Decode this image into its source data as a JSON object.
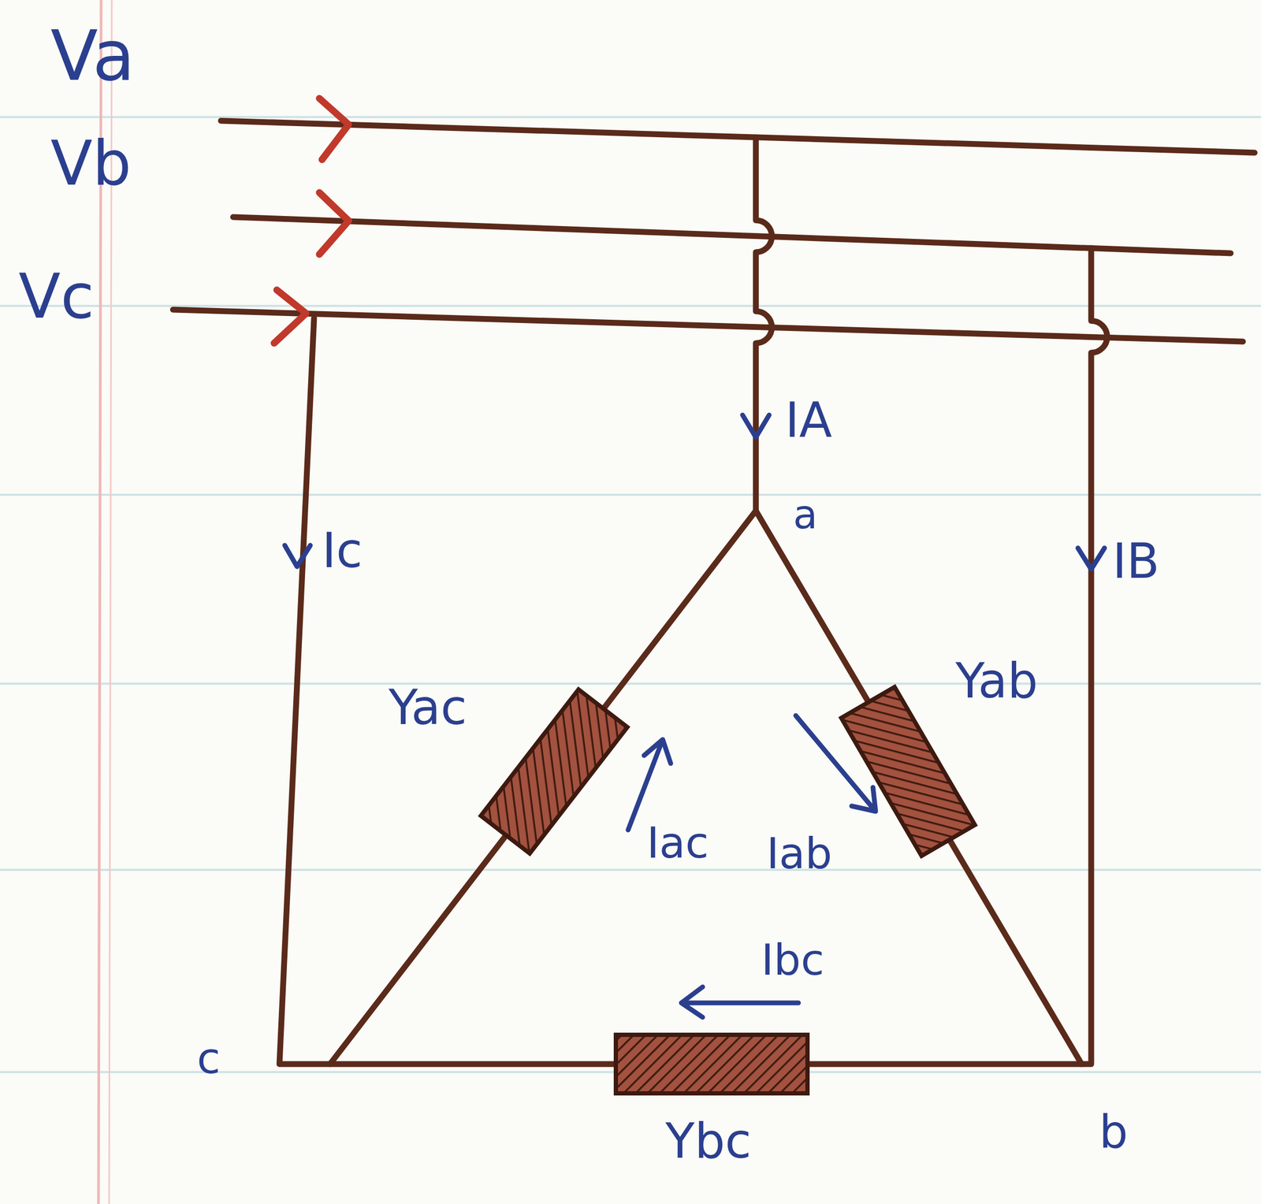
{
  "diagram": {
    "labels": [
      "Va",
      "Vb",
      "Vc",
      "IA",
      "Ic",
      "IB",
      "a",
      "Yac",
      "Yab",
      "Iac",
      "Iab",
      "Ibc",
      "c",
      "Ybc",
      "b"
    ]
  }
}
